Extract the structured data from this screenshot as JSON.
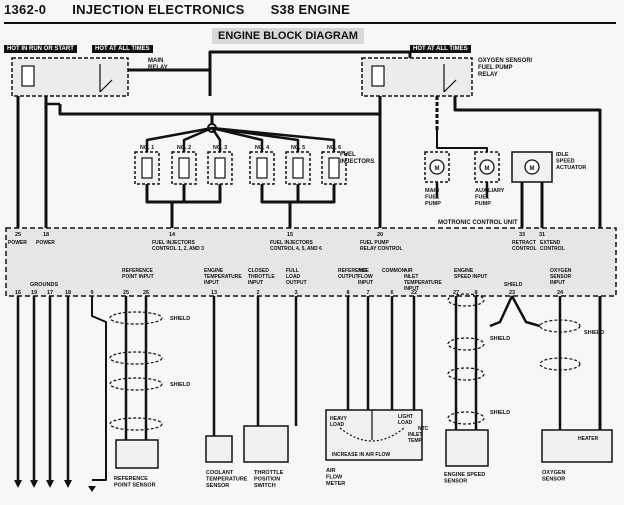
{
  "header": {
    "code": "1362-0",
    "section": "INJECTION ELECTRONICS",
    "engine": "S38 ENGINE"
  },
  "diagram_title": "ENGINE BLOCK DIAGRAM",
  "tags": {
    "hot_run_start": "HOT IN RUN OR START",
    "hot_all_1": "HOT AT ALL TIMES",
    "hot_all_2": "HOT AT ALL TIMES"
  },
  "components": {
    "main_relay": "MAIN\nRELAY",
    "o2_relay": "OXYGEN SENSOR/\nFUEL PUMP\nRELAY",
    "fuel_injectors": "FUEL\nINJECTORS",
    "main_fuel_pump": "MAIN\nFUEL\nPUMP",
    "aux_fuel_pump": "AUXILIARY\nFUEL\nPUMP",
    "idle_actuator": "IDLE\nSPEED\nACTUATOR",
    "control_unit": "MOTRONIC CONTROL UNIT",
    "ref_sensor": "REFERENCE\nPOINT SENSOR",
    "coolant_sensor": "COOLANT\nTEMPERATURE\nSENSOR",
    "throttle_switch": "THROTTLE\nPOSITION\nSWITCH",
    "air_flow_meter": "AIR\nFLOW\nMETER",
    "engine_speed_sensor": "ENGINE SPEED\nSENSOR",
    "oxygen_sensor": "OXYGEN\nSENSOR"
  },
  "injectors": [
    "NO. 1",
    "NO. 2",
    "NO. 3",
    "NO. 4",
    "NO. 5",
    "NO. 6"
  ],
  "pins_top": [
    {
      "num": "25",
      "label": "POWER"
    },
    {
      "num": "18",
      "label": "POWER"
    },
    {
      "num": "14",
      "label": "FUEL INJECTORS\nCONTROL 1, 2, AND 3"
    },
    {
      "num": "15",
      "label": "FUEL INJECTORS\nCONTROL 4, 5, AND 6"
    },
    {
      "num": "20",
      "label": "FUEL PUMP\nRELAY CONTROL"
    },
    {
      "num": "33",
      "label": "RETRACT\nCONTROL"
    },
    {
      "num": "31",
      "label": "EXTEND\nCONTROL"
    }
  ],
  "pins_bottom": [
    {
      "num": "16",
      "label": ""
    },
    {
      "num": "19",
      "label": ""
    },
    {
      "num": "17",
      "label": ""
    },
    {
      "num": "18",
      "label": ""
    },
    {
      "num": "9",
      "label": ""
    },
    {
      "num": "25",
      "label": ""
    },
    {
      "num": "26",
      "label": ""
    },
    {
      "num": "13",
      "label": "ENGINE\nTEMPERATURE\nINPUT"
    },
    {
      "num": "2",
      "label": "CLOSED\nTHROTTLE\nINPUT"
    },
    {
      "num": "3",
      "label": "FULL\nLOAD\nOUTPUT"
    },
    {
      "num": "8",
      "label": "REFERENCE\nOUTPUT"
    },
    {
      "num": "7",
      "label": "AIR\nFLOW\nINPUT"
    },
    {
      "num": "6",
      "label": "COMMON"
    },
    {
      "num": "22",
      "label": "AIR\nINLET\nTEMPERATURE\nINPUT"
    },
    {
      "num": "27",
      "label": ""
    },
    {
      "num": "8",
      "label": ""
    },
    {
      "num": "23",
      "label": ""
    },
    {
      "num": "24",
      "label": "OXYGEN\nSENSOR\nINPUT"
    }
  ],
  "group_labels": {
    "grounds": "GROUNDS",
    "ref_input": "REFERENCE\nPOINT INPUT",
    "speed_input": "ENGINE\nSPEED INPUT",
    "shield": "SHIELD"
  },
  "shields": [
    "SHIELD",
    "SHIELD",
    "SHIELD",
    "SHIELD",
    "SHIELD",
    "SHIELD"
  ],
  "afm_labels": {
    "heavy": "HEAVY\nLOAD",
    "light": "LIGHT\nLOAD",
    "ntc": "NTC",
    "inlet": "INLET\nTEMP",
    "flow": "INCREASE IN AIR FLOW"
  },
  "heater": "HEATER"
}
